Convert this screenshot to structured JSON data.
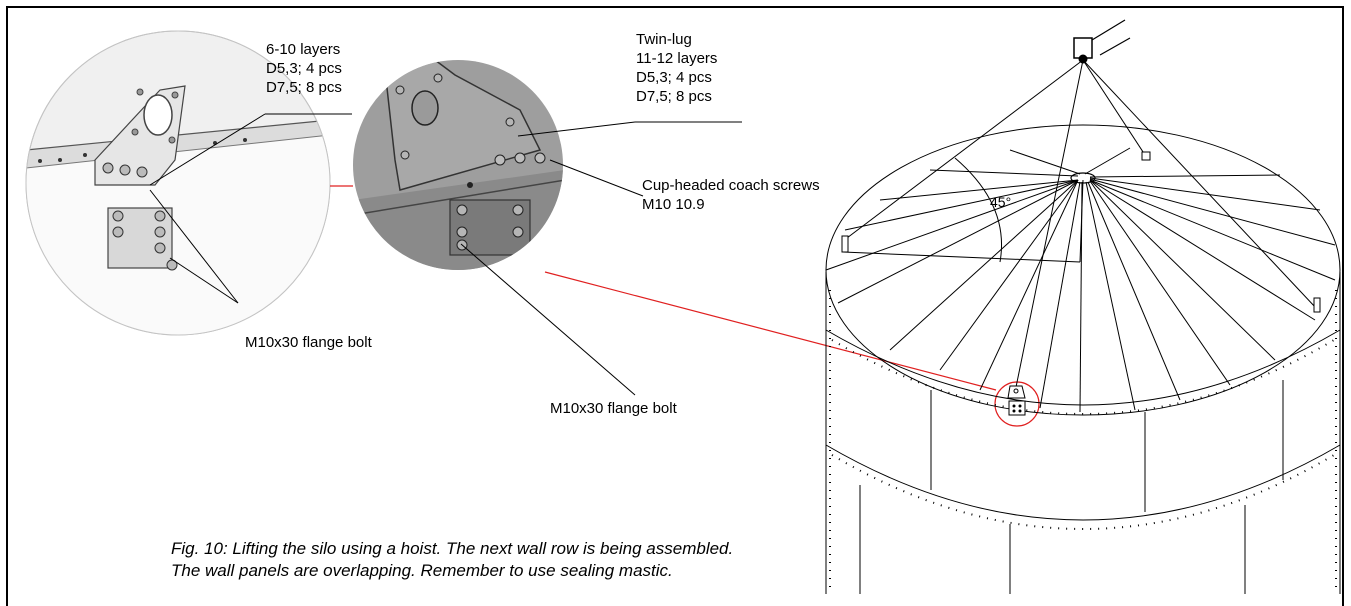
{
  "labels": {
    "layers_6_10": {
      "line1": "6-10 layers",
      "line2": "D5,3;  4 pcs",
      "line3": "D7,5;  8 pcs"
    },
    "twin_lug": {
      "line1": "Twin-lug",
      "line2": "11-12 layers",
      "line3": "D5,3;  4 pcs",
      "line4": "D7,5;  8 pcs"
    },
    "coach_screws": {
      "line1": "Cup-headed coach screws",
      "line2": "M10 10.9"
    },
    "angle": "45°",
    "flange_bolt_left": "M10x30 flange bolt",
    "flange_bolt_center": "M10x30 flange bolt"
  },
  "caption": "Fig. 10: Lifting the silo using a hoist. The next wall row is being assembled. The wall panels are overlapping. Remember to use sealing mastic.",
  "colors": {
    "callout_line": "#e02020",
    "detail_left_fill": "#ececec",
    "detail_right_fill": "#9a9a9a",
    "outline": "#000000"
  }
}
